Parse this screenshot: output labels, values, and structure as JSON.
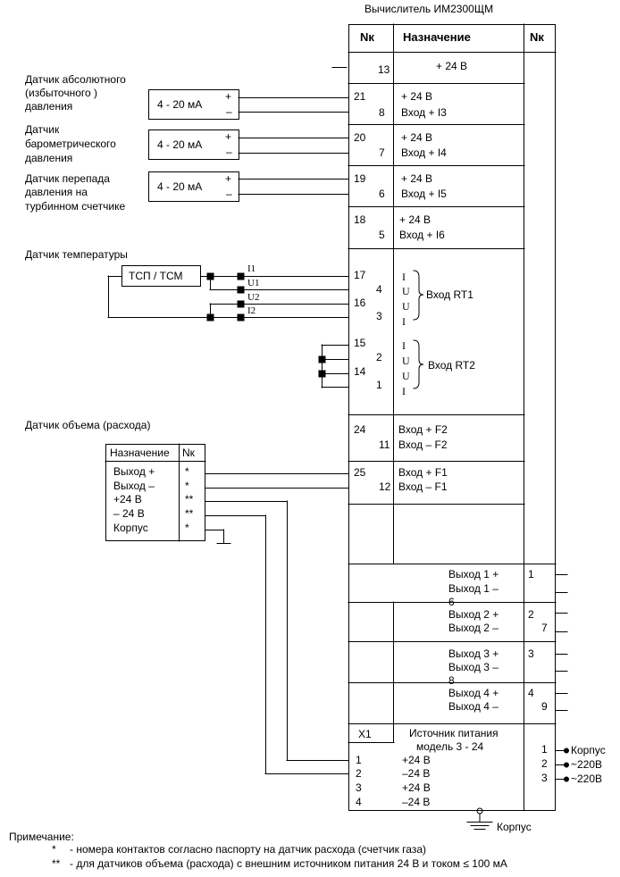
{
  "title": "Вычислитель ИМ2300ЩМ",
  "header": {
    "col_left": "Nк",
    "col_mid": "Назначение",
    "col_right": "Nк"
  },
  "rows": {
    "r13": {
      "n1": "13",
      "text": "+ 24 В"
    },
    "r21": {
      "n1": "21",
      "n2": "8",
      "line1": "+ 24 В",
      "line2": "Вход + I3"
    },
    "r20": {
      "n1": "20",
      "n2": "7",
      "line1": "+ 24 В",
      "line2": "Вход + I4"
    },
    "r19": {
      "n1": "19",
      "n2": "6",
      "line1": "+ 24 В",
      "line2": "Вход + I5"
    },
    "r18": {
      "n1": "18",
      "n2": "5",
      "line1": "+ 24 В",
      "line2": "Вход + I6"
    },
    "rt1": {
      "n17": "17",
      "n4": "4",
      "n16": "16",
      "n3": "3",
      "label": "Вход RT1",
      "letters": [
        "I",
        "U",
        "U",
        "I"
      ]
    },
    "rt2": {
      "n15": "15",
      "n2": "2",
      "n14": "14",
      "n1": "1",
      "label": "Вход RT2",
      "letters": [
        "I",
        "U",
        "U",
        "I"
      ]
    },
    "f2": {
      "n1": "24",
      "n2": "11",
      "line1": "Вход + F2",
      "line2": "Вход – F2"
    },
    "f1": {
      "n1": "25",
      "n2": "12",
      "line1": "Вход + F1",
      "line2": "Вход – F1"
    }
  },
  "outputs": [
    {
      "l1": "Выход 1   +",
      "l2": "Выход 1   –",
      "extra": "6",
      "k1": "1",
      "k2": ""
    },
    {
      "l1": "Выход 2   +",
      "l2": "Выход 2   –",
      "extra": "",
      "k1": "2",
      "k2": "7"
    },
    {
      "l1": "Выход 3   +",
      "l2": "Выход 3   –",
      "extra": "8",
      "k1": "3",
      "k2": ""
    },
    {
      "l1": "Выход 4   +",
      "l2": "Выход 4   –",
      "extra": "",
      "k1": "4",
      "k2": "9"
    }
  ],
  "power": {
    "x1": "X1",
    "title1": "Источник питания",
    "title2": "модель 3 - 24",
    "pins": [
      "1",
      "2",
      "3",
      "4"
    ],
    "values": [
      "+24 В",
      "–24 В",
      "+24 В",
      "–24 В"
    ],
    "right_pins": [
      "1",
      "2",
      "3"
    ],
    "right_labels": [
      "Корпус",
      "~220В",
      "~220В"
    ],
    "ground": "Корпус"
  },
  "sensors": {
    "abs_pressure": [
      "Датчик  абсолютного",
      "(избыточного )",
      "давления"
    ],
    "baro": [
      "Датчик",
      "барометрического",
      "давления"
    ],
    "diff": [
      "Датчик перепада",
      "давления на",
      "турбинном счетчике"
    ],
    "range": "4 - 20 мА",
    "plus": "+",
    "minus": "–",
    "temp_title": "Датчик температуры",
    "tsp": "ТСП / ТСМ",
    "wires": [
      "I1",
      "U1",
      "U2",
      "I2"
    ],
    "flow_title": "Датчик объема (расхода)"
  },
  "flow_table": {
    "headers": [
      "Назначение",
      "Nк"
    ],
    "rows": [
      [
        "Выход +",
        "*"
      ],
      [
        "Выход –",
        "*"
      ],
      [
        "+24 В",
        "**"
      ],
      [
        "– 24 В",
        "**"
      ],
      [
        "Корпус",
        "*"
      ]
    ]
  },
  "notes": {
    "title": "Примечание:",
    "n1_mark": "*",
    "n1": "- номера контактов согласно паспорту на датчик расхода (счетчик газа)",
    "n2_mark": "**",
    "n2": "- для датчиков объема (расхода) с внешним источником питания 24 В и током ≤ 100 мА"
  }
}
